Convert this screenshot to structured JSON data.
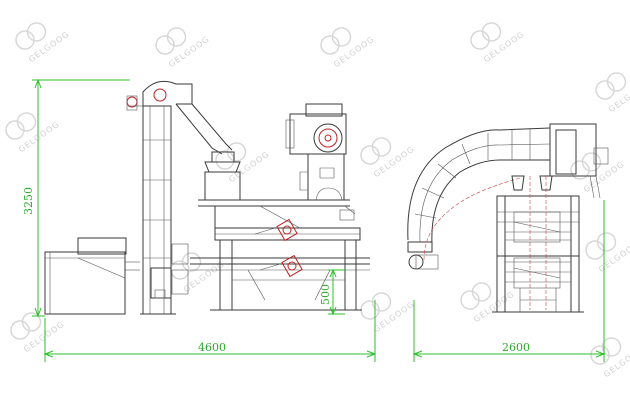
{
  "dimensions": {
    "total_height": "3250",
    "front_length": "4600",
    "side_width": "2600",
    "support_height": "500"
  },
  "watermark": {
    "text": "GELGOOG"
  },
  "colors": {
    "dimension": "#2ec02e",
    "machine": "#3a3a3a",
    "accent": "#c02020"
  }
}
